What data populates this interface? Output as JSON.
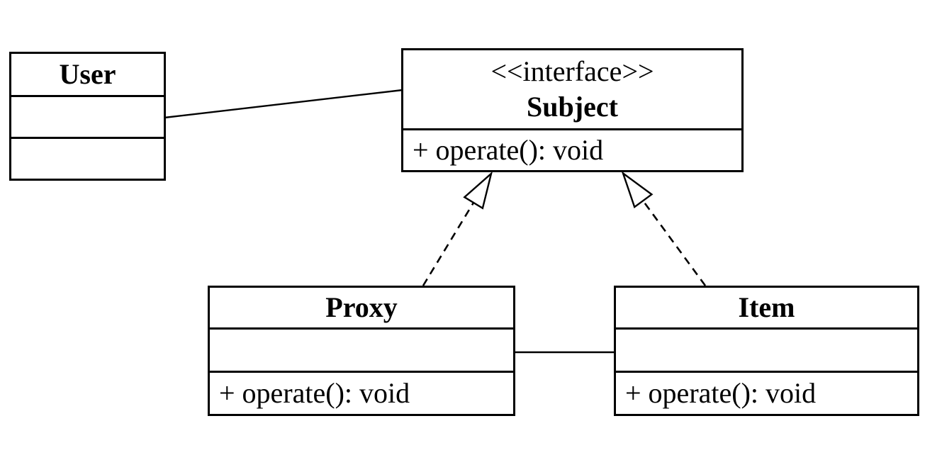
{
  "diagram": {
    "kind": "uml-class-diagram",
    "pattern": "Proxy",
    "colors": {
      "stroke": "#000000",
      "box_fill": "#ffffff",
      "background": "#ffffff",
      "text": "#000000"
    },
    "classes": {
      "user": {
        "name": "User",
        "attributes": "",
        "methods": ""
      },
      "subject": {
        "stereotype": "<<interface>>",
        "name": "Subject",
        "attributes": "",
        "methods": "+ operate(): void"
      },
      "proxy": {
        "name": "Proxy",
        "attributes": "",
        "methods": "+ operate(): void"
      },
      "item": {
        "name": "Item",
        "attributes": "",
        "methods": "+ operate(): void"
      }
    },
    "relationships": [
      {
        "type": "association",
        "from": "User",
        "to": "Subject",
        "line": "solid"
      },
      {
        "type": "realization",
        "from": "Proxy",
        "to": "Subject",
        "line": "dashed",
        "arrowhead": "hollow-triangle"
      },
      {
        "type": "realization",
        "from": "Item",
        "to": "Subject",
        "line": "dashed",
        "arrowhead": "hollow-triangle"
      },
      {
        "type": "association",
        "from": "Proxy",
        "to": "Item",
        "line": "solid"
      }
    ]
  }
}
